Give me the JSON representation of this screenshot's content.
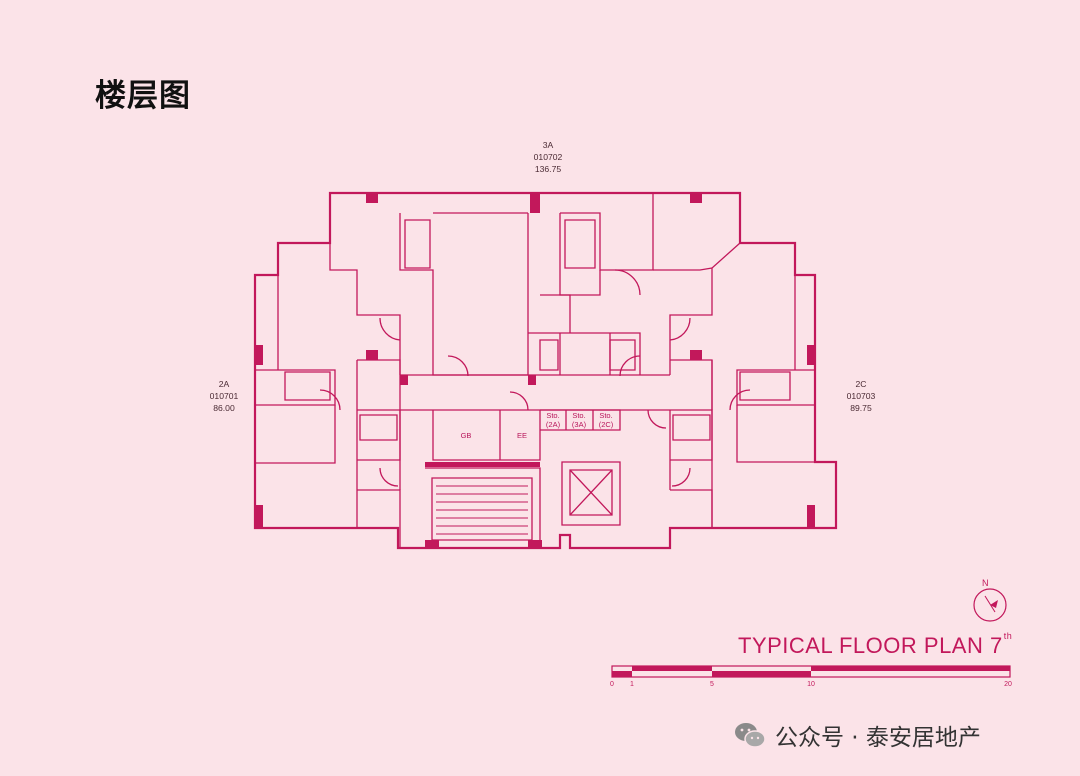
{
  "page": {
    "title": "楼层图",
    "footer_text": "公众号 · 泰安居地产"
  },
  "units": [
    {
      "type": "3A",
      "code": "010702",
      "area": "136.75"
    },
    {
      "type": "2A",
      "code": "010701",
      "area": "86.00"
    },
    {
      "type": "2C",
      "code": "010703",
      "area": "89.75"
    }
  ],
  "rooms": {
    "gb": "GB",
    "ee": "EE",
    "store_2a": {
      "line1": "Sto.",
      "line2": "(2A)"
    },
    "store_3a": {
      "line1": "Sto.",
      "line2": "(3A)"
    },
    "store_2c": {
      "line1": "Sto.",
      "line2": "(2C)"
    }
  },
  "plan": {
    "title": "TYPICAL FLOOR PLAN 7",
    "suffix": "th",
    "north": "N"
  },
  "scale": {
    "ticks": [
      "0",
      "1",
      "5",
      "10",
      "20"
    ]
  },
  "colors": {
    "accent": "#c2185b",
    "background": "#fbe3e8"
  }
}
